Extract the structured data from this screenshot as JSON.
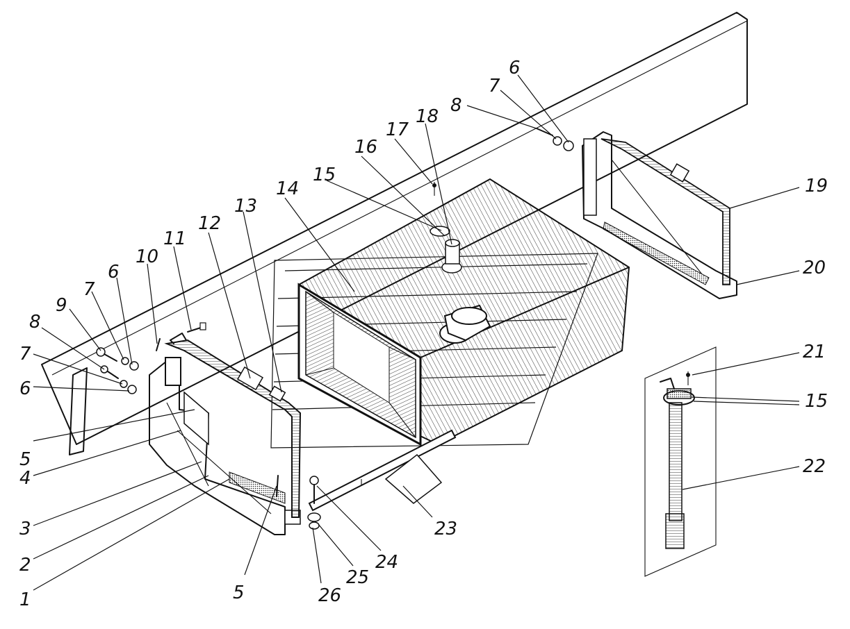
{
  "callouts": [
    {
      "id": "c1",
      "text": "1"
    },
    {
      "id": "c2",
      "text": "2"
    },
    {
      "id": "c3",
      "text": "3"
    },
    {
      "id": "c4",
      "text": "4"
    },
    {
      "id": "c5a",
      "text": "5"
    },
    {
      "id": "c5b",
      "text": "5"
    },
    {
      "id": "c6a",
      "text": "6"
    },
    {
      "id": "c6b",
      "text": "6"
    },
    {
      "id": "c6c",
      "text": "6"
    },
    {
      "id": "c7a",
      "text": "7"
    },
    {
      "id": "c7b",
      "text": "7"
    },
    {
      "id": "c7c",
      "text": "7"
    },
    {
      "id": "c8a",
      "text": "8"
    },
    {
      "id": "c8b",
      "text": "8"
    },
    {
      "id": "c9",
      "text": "9"
    },
    {
      "id": "c10",
      "text": "10"
    },
    {
      "id": "c11",
      "text": "11"
    },
    {
      "id": "c12",
      "text": "12"
    },
    {
      "id": "c13",
      "text": "13"
    },
    {
      "id": "c14",
      "text": "14"
    },
    {
      "id": "c15a",
      "text": "15"
    },
    {
      "id": "c15b",
      "text": "15"
    },
    {
      "id": "c16",
      "text": "16"
    },
    {
      "id": "c17",
      "text": "17"
    },
    {
      "id": "c18",
      "text": "18"
    },
    {
      "id": "c19",
      "text": "19"
    },
    {
      "id": "c20",
      "text": "20"
    },
    {
      "id": "c21",
      "text": "21"
    },
    {
      "id": "c22",
      "text": "22"
    },
    {
      "id": "c23",
      "text": "23"
    },
    {
      "id": "c24",
      "text": "24"
    },
    {
      "id": "c25",
      "text": "25"
    },
    {
      "id": "c26",
      "text": "26"
    }
  ]
}
